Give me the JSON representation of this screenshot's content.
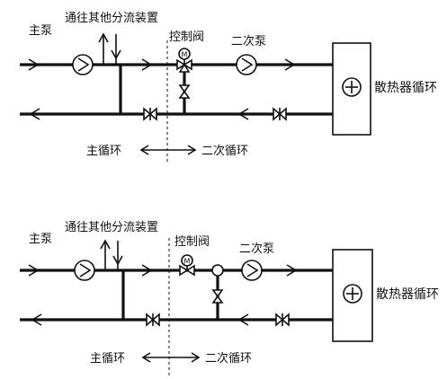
{
  "diagrams": [
    {
      "primary_pump_label": "主泵",
      "branch_label": "通往其他分流装置",
      "control_valve_label": "控制阀",
      "secondary_pump_label": "二次泵",
      "radiator_label": "散热器循环",
      "primary_loop_label": "主循环",
      "secondary_loop_label": "二次循环",
      "control_valve_type": "three-way",
      "motor_symbol": "M"
    },
    {
      "primary_pump_label": "主泵",
      "branch_label": "通往其他分流装置",
      "control_valve_label": "控制阀",
      "secondary_pump_label": "二次泵",
      "radiator_label": "散热器循环",
      "primary_loop_label": "主循环",
      "secondary_loop_label": "二次循环",
      "control_valve_type": "two-way-with-bypass",
      "motor_symbol": "M"
    }
  ]
}
